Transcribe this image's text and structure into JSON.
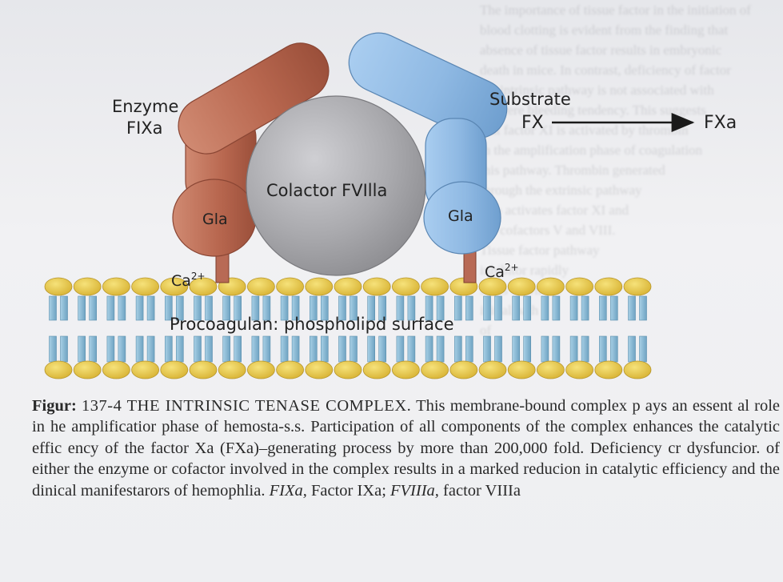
{
  "figure": {
    "enzyme_label_line1": "Enzyme",
    "enzyme_label_line2": "FIXa",
    "substrate_label": "Substrate",
    "fx_label": "FX",
    "fxa_label": "FXa",
    "cofactor_label": "Colactor FVIlla",
    "gla_left": "Gla",
    "gla_right": "Gla",
    "ca_left": "Ca",
    "ca_right": "Ca",
    "ca_superscript": "2+",
    "membrane_label": "Procoagulan: phospholipd surface",
    "colors": {
      "enzyme": "#b8674f",
      "substrate": "#8fb9e3",
      "cofactor": "#a9a9ad",
      "lipid_head": "#e8c84a",
      "lipid_tail": "#8fbcd6"
    }
  },
  "caption": {
    "figure_word": "Figur:",
    "title": "137-4 THE INTRINSIC TENASE COMPLEX.",
    "body_1": "This membrane-bound complex p ays an essent al role in he amplificatior phase of hemosta-s.s. Participation of all components of the complex enhances the catalytic effic ency of the factor Xa (FXa)–generating process by more than 200,000 fold. Deficiency cr dysfuncior. of either the enzyme or cofactor involved in the complex results in a marked reducion in catalytic efficiency and the dinical manifestarors of hemophlia.",
    "abbr_1": "FIXa,",
    "abbr_1_text": "Factor IXa;",
    "abbr_2": "FVIIIa,",
    "abbr_2_text": "factor VIIIa"
  }
}
